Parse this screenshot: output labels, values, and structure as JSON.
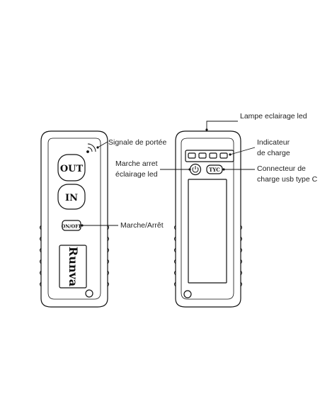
{
  "front_remote": {
    "buttons": {
      "out": "OUT",
      "in": "IN",
      "on_off": "ON/OFF"
    },
    "brand_logo": "Runva"
  },
  "back_remote": {
    "type_c_port": "TYC"
  },
  "labels": {
    "signal_range": "Signale de portée",
    "marche_arret": "Marche/Arrêt",
    "led_switch_line1": "Marche arret",
    "led_switch_line2": "éclairage led",
    "led_lamp": "Lampe eclairage led",
    "charge_indicator_line1": "Indicateur",
    "charge_indicator_line2": "de charge",
    "usb_connector_line1": "Connecteur de",
    "usb_connector_line2": "charge usb type C"
  }
}
